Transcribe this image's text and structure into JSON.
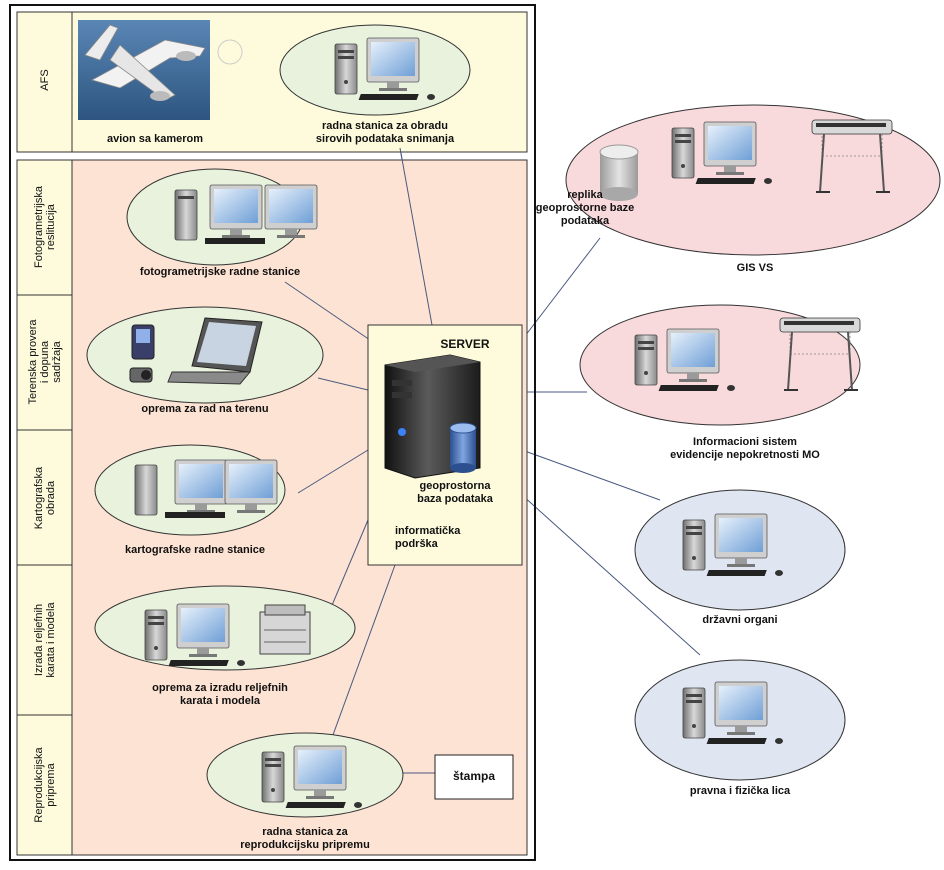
{
  "colors": {
    "yellow_panel": "#fdfbdc",
    "peach_panel": "#fde3d3",
    "green_ellipse": "#e8f2dc",
    "pink_ellipse": "#f8d9dc",
    "blue_ellipse": "#dfe6f2",
    "line": "#4a5a80"
  },
  "sidebar": {
    "afs": "AFS",
    "fotogrametrija": "Fotogrametrijska\nreslitucija",
    "terenska": "Terenska provera\ni dopuna\nsadržaja",
    "kartografska": "Kartografska\nobrada",
    "reljef": "Izrada reljefnih\nkarata i modela",
    "reprodukcija": "Reprodukcijska\npriprema"
  },
  "labels": {
    "avion": "avion sa kamerom",
    "radna_obrada": "radna stanica za obradu\nsirovih podataka snimanja",
    "foto_stanice": "fotogrametrijske radne stanice",
    "oprema_teren": "oprema za rad na terenu",
    "kartografske_stanice": "kartografske radne stanice",
    "oprema_reljef": "oprema za izradu reljefnih\nkarata i modela",
    "radna_repro": "radna stanica za\nreprodukcijsku pripremu",
    "stampa": "štampa",
    "server": "SERVER",
    "geobaza": "geoprostorna\nbaza podataka",
    "informaticka": "informatička\npodrška",
    "replika": "replika\ngeoprostorne baze\npodataka",
    "gis": "GIS VS",
    "informacioni": "Informacioni sistem\nevidencije nepokretnosti MO",
    "drzavni": "državni organi",
    "pravna": "pravna i fizička lica"
  }
}
